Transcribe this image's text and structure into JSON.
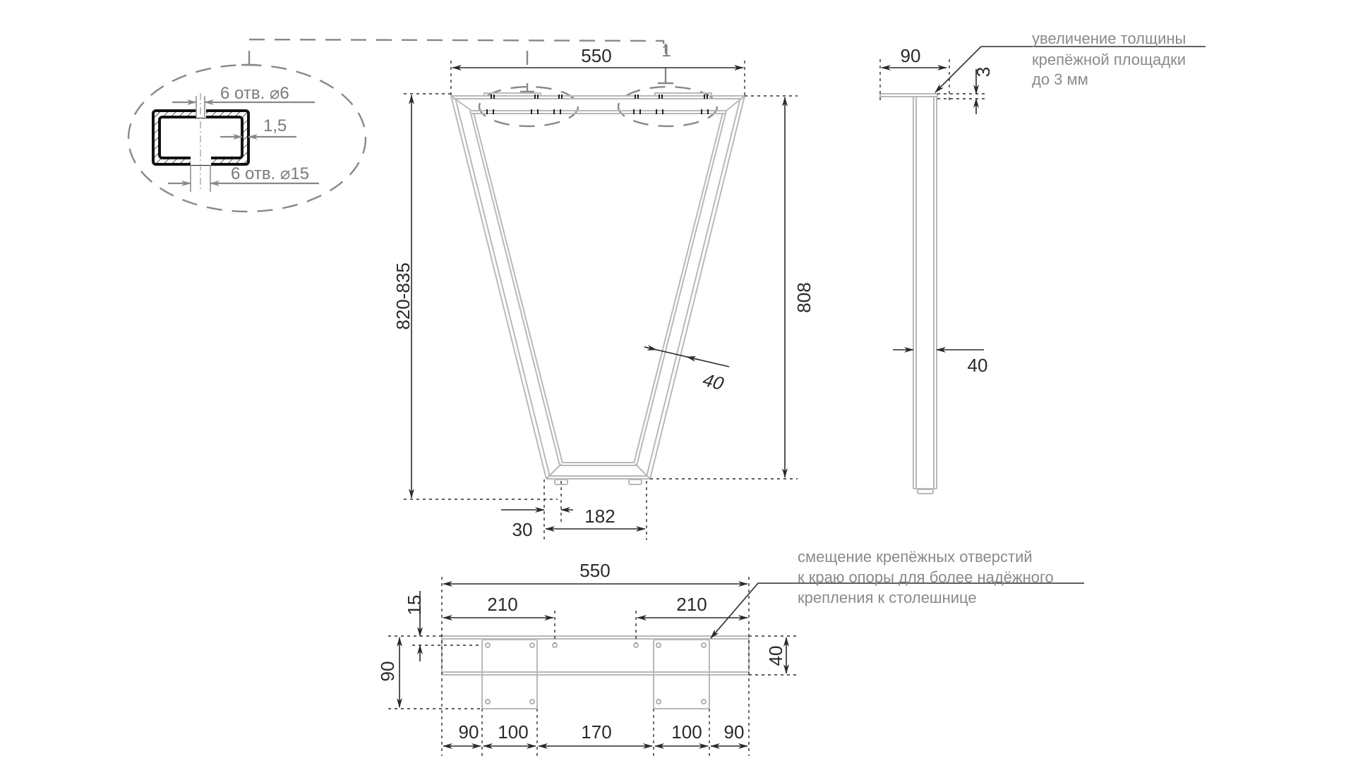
{
  "drawing": {
    "title": "V-shaped table leg technical drawing",
    "section_detail": {
      "label_holes_small": "6 отв. ⌀6",
      "label_wall": "1,5",
      "label_holes_large": "6 отв. ⌀15",
      "section_marker": "1"
    },
    "front_view": {
      "width": "550",
      "total_height": "820-835",
      "frame_height": "808",
      "profile_width": "40",
      "foot_offset": "30",
      "bottom_width": "182"
    },
    "side_view": {
      "plate_width": "90",
      "plate_thickness": "3",
      "profile_depth": "40",
      "note_lines": [
        "увеличение толщины",
        "крепёжной площадки",
        "до 3 мм"
      ]
    },
    "top_view": {
      "overall_width": "550",
      "hole_distance_left": "210",
      "hole_distance_right": "210",
      "hole_offset": "15",
      "plate_depth": "90",
      "beam_depth": "40",
      "segments": [
        "90",
        "100",
        "170",
        "100",
        "90"
      ],
      "note_lines": [
        "смещение крепёжных отверстий",
        "к краю опоры для более надёжного",
        "крепления к столешнице"
      ]
    },
    "colors": {
      "part_line": "#b8b8b8",
      "dimension_line": "#2a2a2a",
      "note_text": "#8a8a8a",
      "section_outline": "#111111"
    }
  }
}
